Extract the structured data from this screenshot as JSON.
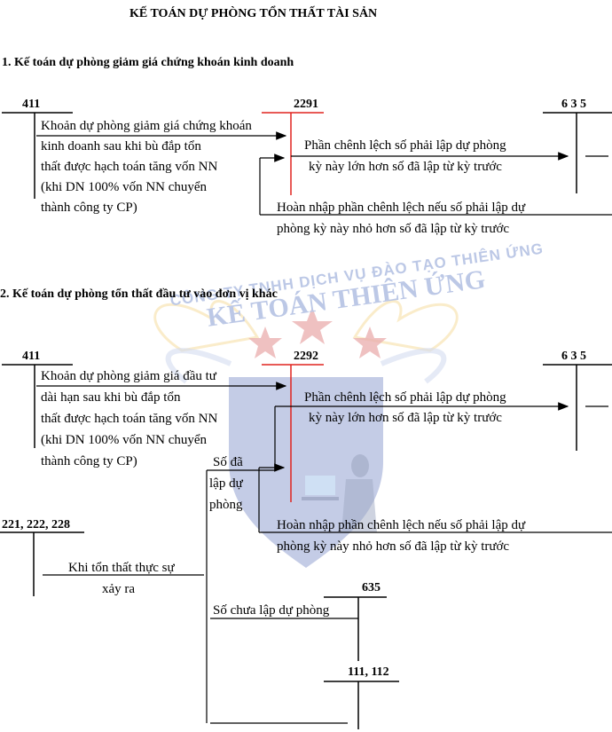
{
  "title": "KẾ TOÁN DỰ PHÒNG TỔN THẤT TÀI SẢN",
  "colors": {
    "red_account": "#e0231f",
    "ink": "#000000",
    "wm_blue": "#6d86c8",
    "wm_red": "#d25252"
  },
  "watermark": {
    "company": "CÔNG TY TNHH DỊCH VỤ ĐÀO TẠO THIÊN ỨNG",
    "brand": "KẾ TOÁN THIÊN ỨNG",
    "icon": "shield-eagle-stars-logo"
  },
  "section1": {
    "heading": "1. Kế toán dự phòng giảm giá chứng khoán kinh doanh",
    "acct_411": "411",
    "acct_2291": "2291",
    "acct_635": "6 3 5",
    "left_lines": [
      "Khoản dự phòng giảm giá chứng khoán",
      "kinh doanh sau khi bù đắp tổn",
      "thất được hạch toán tăng vốn NN",
      "(khi DN 100% vốn NN chuyển",
      "thành công ty CP)"
    ],
    "provision_lines": [
      "Phần chênh lệch số phải lập dự phòng",
      "kỳ này lớn hơn số đã lập từ kỳ trước"
    ],
    "reversal_lines": [
      "Hoàn nhập phần chênh lệch nếu số phải lập dự",
      "phòng kỳ này nhỏ hơn số đã lập từ kỳ trước"
    ]
  },
  "section2": {
    "heading": "2.  Kế toán dự phòng tổn thất đầu tư vào đơn vị khác",
    "acct_411": "411",
    "acct_2292": "2292",
    "acct_635": "6 3 5",
    "left_lines": [
      "Khoản dự phòng giảm giá đầu tư",
      "dài hạn sau khi bù đắp tổn",
      "thất được hạch toán tăng vốn NN",
      "(khi DN 100% vốn NN chuyển",
      "thành công ty CP)"
    ],
    "provision_lines": [
      "Phần chênh lệch số phải lập dự phòng",
      "kỳ này lớn hơn số đã lập từ kỳ trước"
    ],
    "reversal_lines": [
      "Hoàn nhập phần chênh lệch nếu số phải lập dự",
      "phòng kỳ này nhỏ hơn số đã lập từ kỳ trước"
    ],
    "already_lines": [
      "Số đã",
      "lập dự",
      "phòng"
    ],
    "acct_221": "221, 222, 228",
    "loss_lines": [
      "Khi tổn thất thực sự",
      "xảy ra"
    ],
    "acct_635b": "635",
    "not_yet": "Số chưa lập dự phòng",
    "acct_111": "111, 112"
  }
}
